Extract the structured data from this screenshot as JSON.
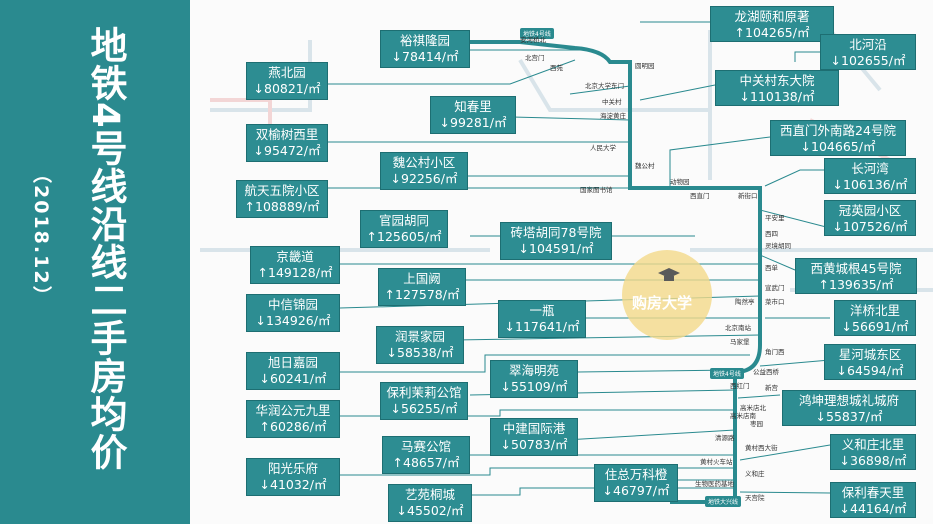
{
  "title": "地铁4号线沿线二手房均价",
  "date": "（2018.12）",
  "colors": {
    "sidebar": "#2a8a8f",
    "card": "#2d8d92",
    "line": "#2a8a8f"
  },
  "line_tags": {
    "top": "地铁4号线",
    "middle": "地铁4号线",
    "bottom": "地铁大兴线"
  },
  "watermark": "购房大学",
  "stations": [
    "安河桥北",
    "北宫门",
    "西苑",
    "圆明园",
    "北京大学东门",
    "中关村",
    "海淀黄庄",
    "人民大学",
    "魏公村",
    "国家图书馆",
    "动物园",
    "西直门",
    "新街口",
    "平安里",
    "西四",
    "灵境胡同",
    "西单",
    "宣武门",
    "菜市口",
    "陶然亭",
    "北京南站",
    "马家堡",
    "角门西",
    "公益西桥",
    "新宫",
    "西红门",
    "高米店北",
    "高米店南",
    "枣园",
    "清源路",
    "黄村西大街",
    "黄村火车站",
    "义和庄",
    "生物医药基地",
    "天宫院"
  ],
  "cards": [
    {
      "name": "龙湖颐和原著",
      "price": "↑104265/㎡"
    },
    {
      "name": "裕祺隆园",
      "price": "↓78414/㎡"
    },
    {
      "name": "北河沿",
      "price": "↓102655/㎡"
    },
    {
      "name": "燕北园",
      "price": "↓80821/㎡"
    },
    {
      "name": "中关村东大院",
      "price": "↓110138/㎡"
    },
    {
      "name": "知春里",
      "price": "↓99281/㎡"
    },
    {
      "name": "双榆树西里",
      "price": "↓95472/㎡"
    },
    {
      "name": "西直门外南路24号院",
      "price": "↓104665/㎡"
    },
    {
      "name": "魏公村小区",
      "price": "↓92256/㎡"
    },
    {
      "name": "长河湾",
      "price": "↓106136/㎡"
    },
    {
      "name": "航天五院小区",
      "price": "↑108889/㎡"
    },
    {
      "name": "官园胡同",
      "price": "↑125605/㎡"
    },
    {
      "name": "冠英园小区",
      "price": "↓107526/㎡"
    },
    {
      "name": "砖塔胡同78号院",
      "price": "↓104591/㎡"
    },
    {
      "name": "京畿道",
      "price": "↑149128/㎡"
    },
    {
      "name": "西黄城根45号院",
      "price": "↑139635/㎡"
    },
    {
      "name": "上国阙",
      "price": "↑127578/㎡"
    },
    {
      "name": "中信锦园",
      "price": "↓134926/㎡"
    },
    {
      "name": "一瓶",
      "price": "↓117641/㎡"
    },
    {
      "name": "洋桥北里",
      "price": "↓56691/㎡"
    },
    {
      "name": "润景家园",
      "price": "↓58538/㎡"
    },
    {
      "name": "星河城东区",
      "price": "↓64594/㎡"
    },
    {
      "name": "旭日嘉园",
      "price": "↓60241/㎡"
    },
    {
      "name": "翠海明苑",
      "price": "↓55109/㎡"
    },
    {
      "name": "保利茉莉公馆",
      "price": "↓56255/㎡"
    },
    {
      "name": "鸿坤理想城礼城府",
      "price": "↓55837/㎡"
    },
    {
      "name": "华润公元九里",
      "price": "↑60286/㎡"
    },
    {
      "name": "中建国际港",
      "price": "↓50783/㎡"
    },
    {
      "name": "义和庄北里",
      "price": "↓36898/㎡"
    },
    {
      "name": "马赛公馆",
      "price": "↑48657/㎡"
    },
    {
      "name": "阳光乐府",
      "price": "↓41032/㎡"
    },
    {
      "name": "住总万科橙",
      "price": "↓46797/㎡"
    },
    {
      "name": "保利春天里",
      "price": "↓44164/㎡"
    },
    {
      "name": "艺苑桐城",
      "price": "↓45502/㎡"
    }
  ]
}
